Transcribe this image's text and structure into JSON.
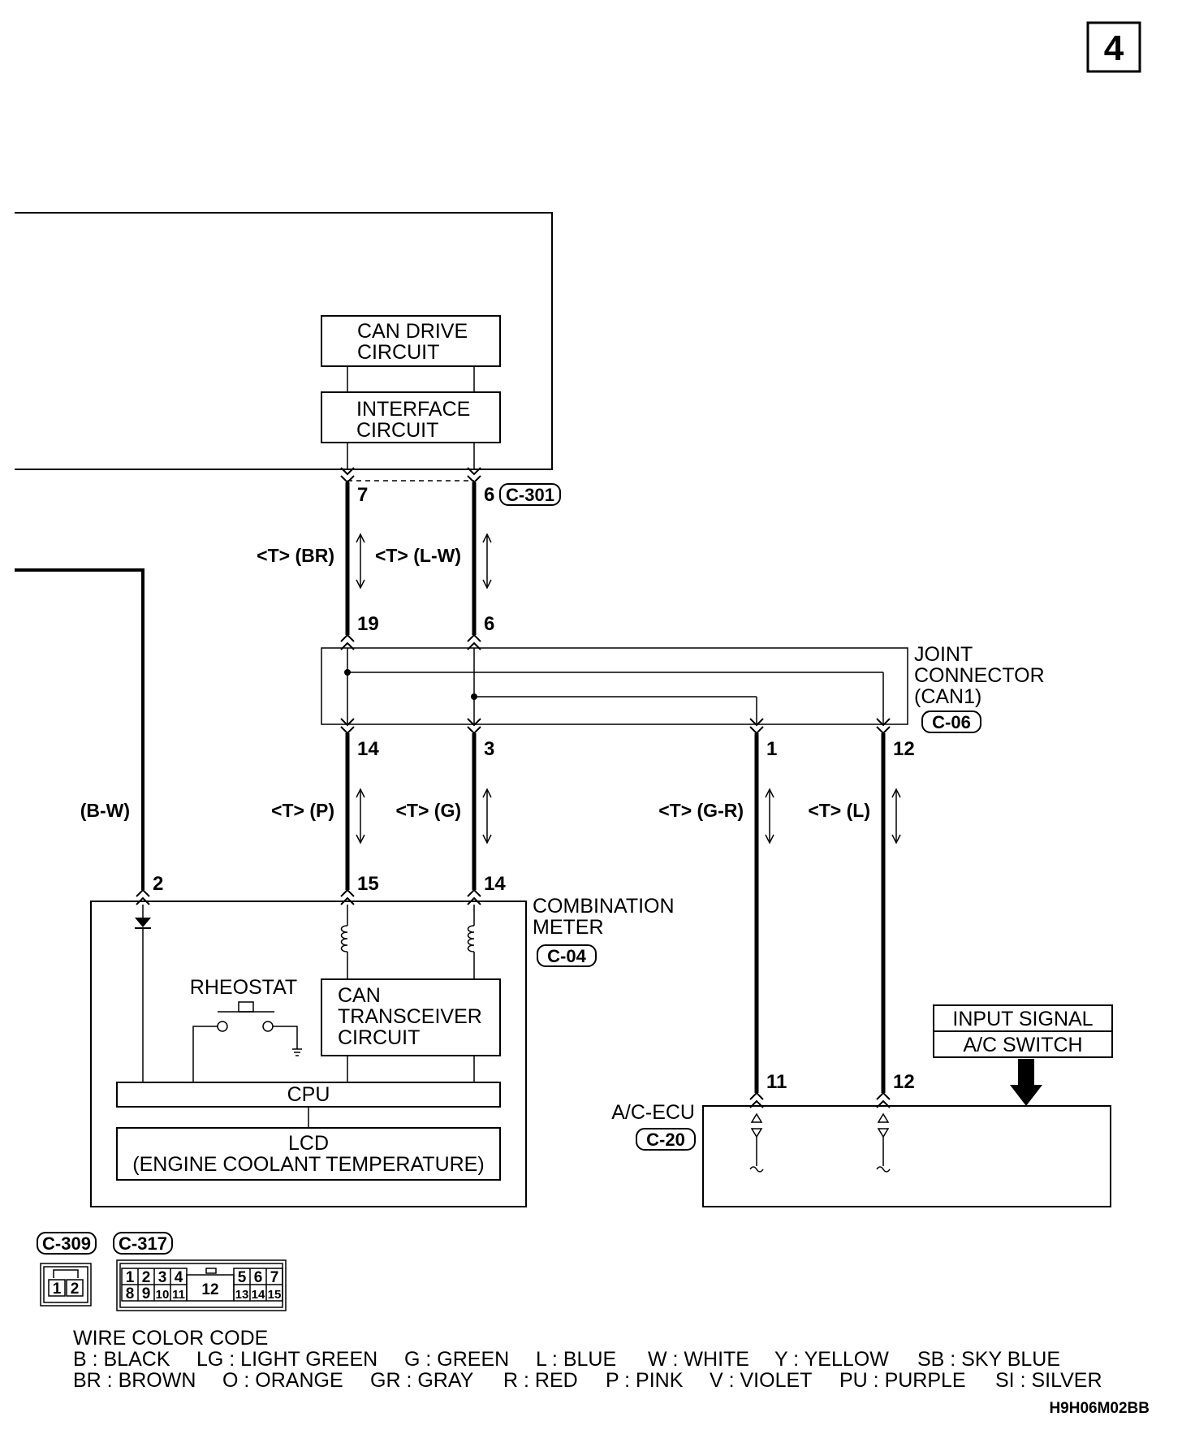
{
  "page_number": "4",
  "drawing_code": "H9H06M02BB",
  "blocks": {
    "can_drive": [
      "CAN DRIVE",
      "CIRCUIT"
    ],
    "interface": [
      "INTERFACE",
      "CIRCUIT"
    ],
    "can_transceiver": [
      "CAN",
      "TRANSCEIVER",
      "CIRCUIT"
    ],
    "rheostat": "RHEOSTAT",
    "cpu": "CPU",
    "lcd": [
      "LCD",
      "(ENGINE COOLANT TEMPERATURE)"
    ],
    "input_signal": "INPUT SIGNAL",
    "ac_switch": "A/C SWITCH"
  },
  "components": {
    "joint_connector": [
      "JOINT",
      "CONNECTOR",
      "(CAN1)"
    ],
    "joint_connector_id": "C-06",
    "combination_meter": [
      "COMBINATION",
      "METER"
    ],
    "combination_meter_id": "C-04",
    "ac_ecu": "A/C-ECU",
    "ac_ecu_id": "C-20",
    "top_connector_id": "C-301"
  },
  "wires": {
    "br": "<T> (BR)",
    "lw": "<T> (L-W)",
    "bw": "(B-W)",
    "p": "<T> (P)",
    "g": "<T> (G)",
    "gr": "<T> (G-R)",
    "l": "<T> (L)"
  },
  "pins": {
    "top_left": "7",
    "top_right": "6",
    "jc_top_left": "19",
    "jc_top_right": "6",
    "jc_bot_left": "14",
    "jc_bot_mid": "3",
    "jc_bot_gr": "1",
    "jc_bot_l": "12",
    "meter_bw": "2",
    "meter_p": "15",
    "meter_g": "14",
    "ecu_left": "11",
    "ecu_right": "12"
  },
  "connectors": {
    "c309": "C-309",
    "c317": "C-317",
    "c309_pins": [
      "1",
      "2"
    ],
    "c317_top": [
      "1",
      "2",
      "3",
      "4",
      "5",
      "6",
      "7"
    ],
    "c317_mid": "12",
    "c317_bottom": [
      "8",
      "9",
      "10",
      "11",
      "13",
      "14",
      "15"
    ]
  },
  "wire_color_code": {
    "title": "WIRE COLOR CODE",
    "row1": [
      "B : BLACK",
      "LG : LIGHT GREEN",
      "G : GREEN",
      "L : BLUE",
      "W : WHITE",
      "Y : YELLOW",
      "SB : SKY BLUE"
    ],
    "row2": [
      "BR : BROWN",
      "O : ORANGE",
      "GR : GRAY",
      "R : RED",
      "P : PINK",
      "V : VIOLET",
      "PU : PURPLE",
      "SI : SILVER"
    ]
  }
}
